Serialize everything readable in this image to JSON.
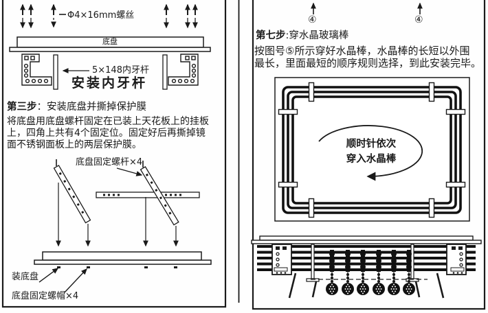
{
  "page": {
    "background": "#fefefe",
    "ink_color": "#1a1a1a"
  },
  "left_panel": {
    "rod_assembly": {
      "screw_label": "Φ4×16mm螺丝",
      "base_plate_label": "底盘",
      "rod_label": "5×148内牙杆",
      "caption": "安装内牙杆"
    },
    "step3": {
      "step_no": "第三步",
      "title": "：安装底盘并撕掉保护膜",
      "body_line1": "将底盘用底盘螺杆固定在已装上天花板上的挂板",
      "body_line2": "上，四角上共有4个固定位。固定好后再撕掉镜",
      "body_line3": "面不锈钢面板上的两层保护膜。",
      "bolt_label": "底盘固定螺杆×4",
      "install_label": "装底盘",
      "nut_label": "底盘固定螺帽×4"
    }
  },
  "right_panel": {
    "callout_left": "④",
    "callout_right": "④",
    "step7": {
      "step_no": "第七步",
      "title": ":穿水晶玻璃棒",
      "body_line1": "按图号⑤所示穿好水晶棒，水晶棒的长短以外围",
      "body_line2": "最长，里面最短的顺序规则选择，到此安装完毕。"
    },
    "rod_frame": {
      "center_line1": "顺时针依次",
      "center_line2": "穿入水晶棒"
    }
  }
}
